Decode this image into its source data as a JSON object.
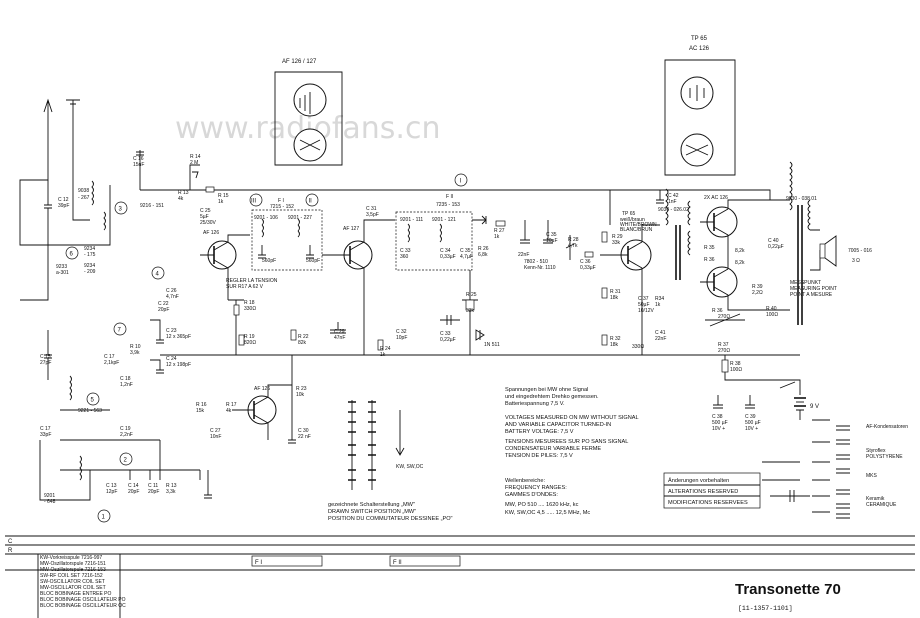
{
  "watermark": "www.radiofans.cn",
  "title": "Transonette 70",
  "doc_number": "[11-1357-1101]",
  "transistors": {
    "t1": "AF 126",
    "t2": "AF 127",
    "t3": "AF 126",
    "t4_a": "TP 65",
    "t4_b": "weiß/braun",
    "t4_c": "WHITE/BROWN",
    "t4_d": "BLANC/BRUN",
    "out": "2X AC 126",
    "top_left": "AF 126 / 127",
    "top_right_a": "TP 65",
    "top_right_b": "AC 126"
  },
  "filters": {
    "f1_title": "F I",
    "f1_code": "7215 - 152",
    "f2_title": "F II",
    "f2_code": "7235 - 153",
    "f1_coil_a": "9201 - 106",
    "f1_coil_b": "9201 - 227",
    "f2_coil_a": "9201 - 111",
    "f2_coil_b": "9201 - 121"
  },
  "markers": [
    "1",
    "2",
    "3",
    "4",
    "5",
    "6",
    "7",
    "I",
    "II",
    "III"
  ],
  "notes": {
    "voltage_de_1": "Spannungen bei MW ohne Signal",
    "voltage_de_2": "und eingedrehtem Drehko gemessen.",
    "voltage_de_3": "Batteriespannung 7,5 V.",
    "voltage_en_1": "VOLTAGES MEASURED ON MW WITHOUT SIGNAL",
    "voltage_en_2": "AND VARIABLE CAPACITOR TURNED-IN",
    "voltage_en_3": "BATTERY VOLTAGE: 7,5 V",
    "voltage_fr_1": "TENSIONS MESUREES SUR PO SANS SIGNAL",
    "voltage_fr_2": "CONDENSATEUR VARIABLE FERME",
    "voltage_fr_3": "TENSION DE PILES: 7,5 V",
    "bands_de": "Wellenbereiche:",
    "bands_en": "FREQUENCY RANGES:",
    "bands_fr": "GAMMES D'ONDES:",
    "band_mw": "MW, PO   510 .... 1620 kHz, kc",
    "band_kw": "KW, SW,OC   4,5 ..... 12,5 MHz, Mc",
    "switch_de": "gezeichnete Schalterstellung „MW\"",
    "switch_en": "DRAWN SWITCH POSITION „MW\"",
    "switch_fr": "POSITION DU COMMUTATEUR DESSINEE „PO\"",
    "switch_arrow": "KW, SW,OC",
    "changes_de": "Änderungen vorbehalten",
    "changes_en": "ALTERATIONS RESERVED",
    "changes_fr": "MODIFICATIONS RESERVEES",
    "speaker": "7005 - 016",
    "speaker_imp": "3 Ω",
    "measure_1": "MESSPUNKT",
    "measure_2": "MEASURING POINT",
    "measure_3": "POINT A MESURE",
    "battery": "9 V",
    "bias_1": "REGLER LA TENSION",
    "bias_2": "SUR R17 A 62 V"
  },
  "legend": {
    "l1": "AF-Kondensatoren",
    "l2": "Styroflex",
    "l3": "POLYSTYRENE",
    "l4": "MKS",
    "l5": "Keramik",
    "l6": "CERAMIQUE"
  },
  "strip_rows": [
    "C",
    "R"
  ],
  "strip_parts": [
    "KW-Vorkreisspule 7216-997",
    "MW-Oszillatorspule 7216-151",
    "MW-Oszillatorspule 7216-153",
    "SW-RF COIL SET 7216-152",
    "SW-OSCILLATOR COIL SET",
    "MW-OSCILLATOR COIL SET",
    "BLOC BOBINAGE ENTREE PO",
    "BLOC BOBINAGE OSCILLATEUR PO",
    "BLOC BOBINAGE OSCILLATEUR OC"
  ],
  "strip_f1": "F I",
  "strip_f2": "F II"
}
